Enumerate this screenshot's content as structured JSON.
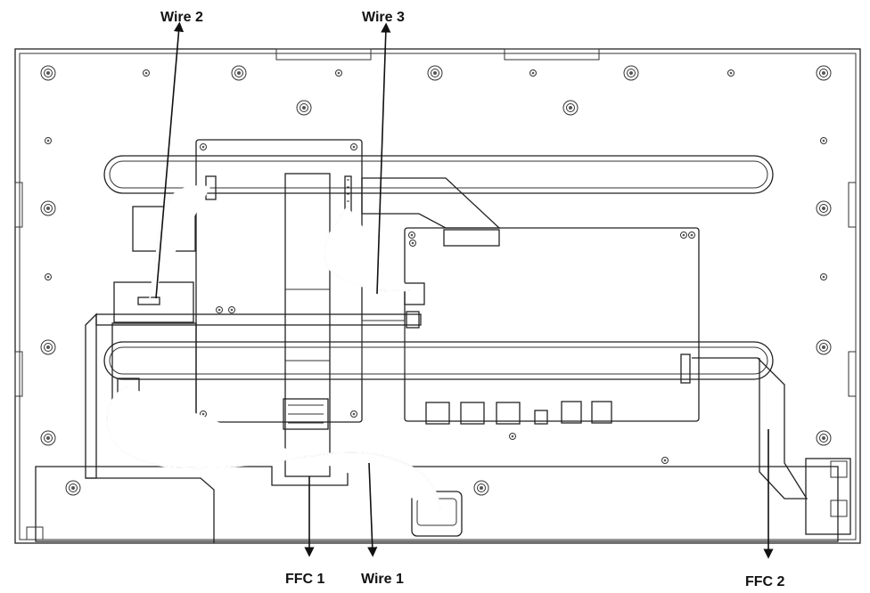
{
  "labels": {
    "wire_2": "Wire 2",
    "wire_3": "Wire 3",
    "ffc_1": "FFC 1",
    "wire_1": "Wire 1",
    "ffc_2": "FFC 2"
  },
  "colors": {
    "stroke": "#222222",
    "background": "#ffffff"
  }
}
